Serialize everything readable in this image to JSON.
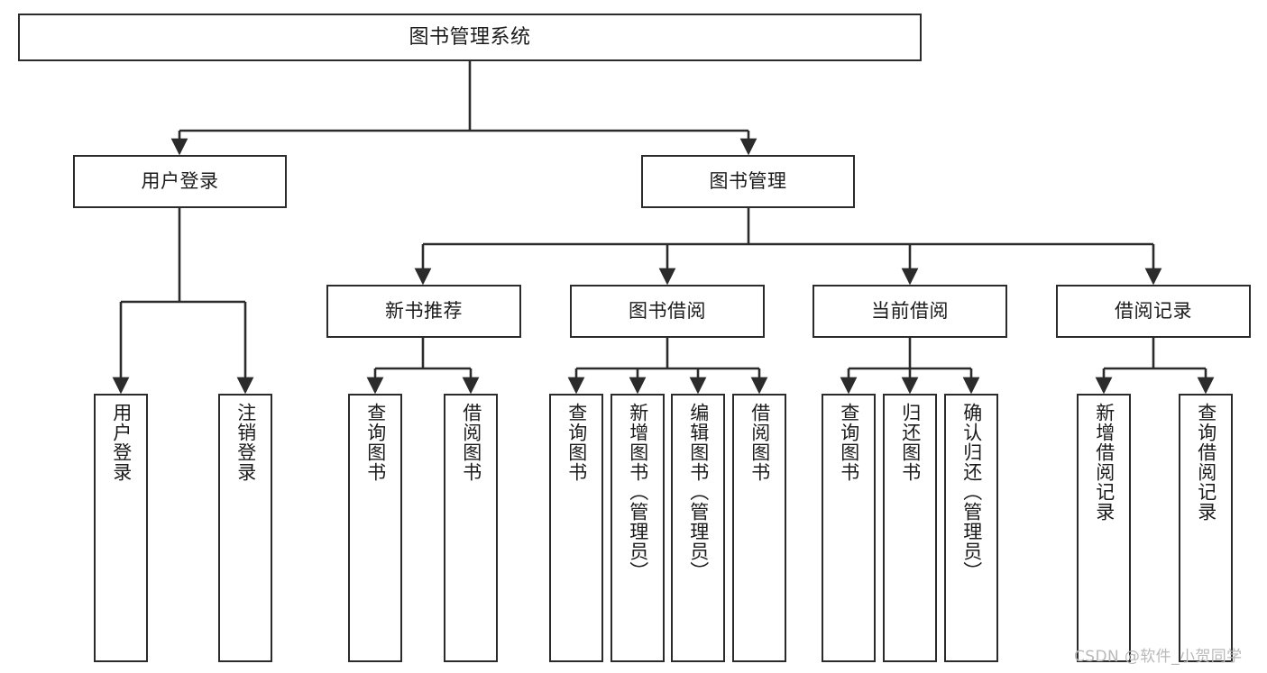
{
  "diagram": {
    "title": "图书管理系统",
    "watermark": "CSDN @软件_小贺同学",
    "colors": {
      "stroke": "#2b2b2b",
      "fill": "#ffffff",
      "text": "#1b1b1b",
      "watermark": "#b9b9b9"
    },
    "levels": {
      "root": {
        "label": "图书管理系统"
      },
      "tier2": [
        {
          "label": "用户登录"
        },
        {
          "label": "图书管理"
        }
      ],
      "tier3": [
        {
          "label": "新书推荐"
        },
        {
          "label": "图书借阅"
        },
        {
          "label": "当前借阅"
        },
        {
          "label": "借阅记录"
        }
      ],
      "leaves": [
        {
          "label": "用户登录",
          "parent": "用户登录"
        },
        {
          "label": "注销登录",
          "parent": "用户登录"
        },
        {
          "label": "查询图书",
          "parent": "新书推荐"
        },
        {
          "label": "借阅图书",
          "parent": "新书推荐"
        },
        {
          "label": "查询图书",
          "parent": "图书借阅"
        },
        {
          "label": "新增图书（管理员）",
          "parent": "图书借阅"
        },
        {
          "label": "编辑图书（管理员）",
          "parent": "图书借阅"
        },
        {
          "label": "借阅图书",
          "parent": "图书借阅"
        },
        {
          "label": "查询图书",
          "parent": "当前借阅"
        },
        {
          "label": "归还图书",
          "parent": "当前借阅"
        },
        {
          "label": "确认归还（管理员）",
          "parent": "当前借阅"
        },
        {
          "label": "新增借阅记录",
          "parent": "借阅记录"
        },
        {
          "label": "查询借阅记录",
          "parent": "借阅记录"
        }
      ]
    }
  }
}
